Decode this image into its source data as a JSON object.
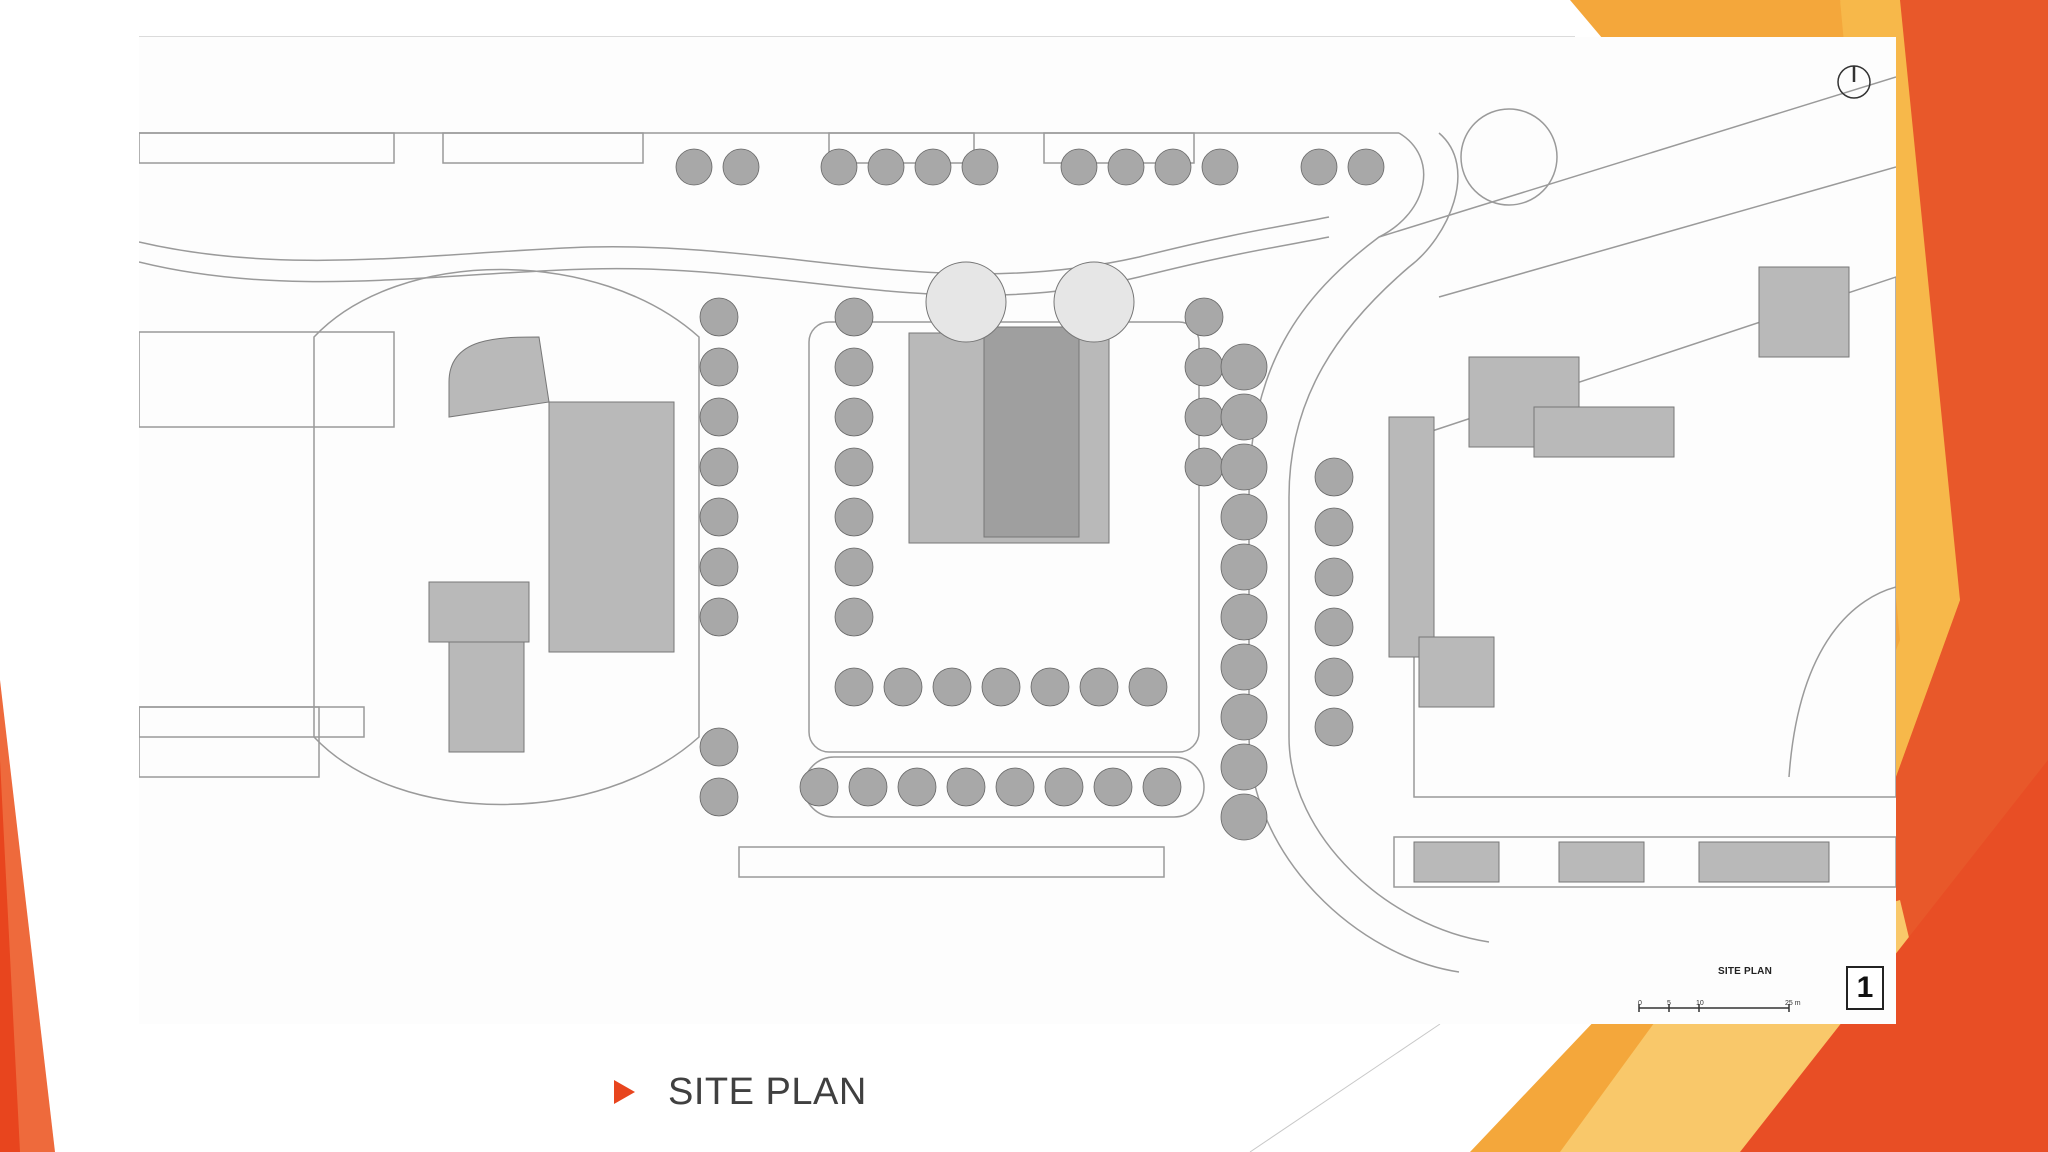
{
  "slide": {
    "caption": "SITE PLAN",
    "bullet_icon": "triangle-right-bullet-icon"
  },
  "plan": {
    "sheet_label": "SITE PLAN",
    "sheet_number": "1",
    "scale_ticks": [
      "0",
      "5",
      "10",
      "25 m"
    ],
    "north_arrow_icon": "north-arrow-icon"
  },
  "colors": {
    "accent_orange": "#e8451e",
    "accent_amber": "#f5a623",
    "accent_light": "#f9c86a",
    "roof_gray": "#b9b9b9",
    "line_gray": "#9a9a9a"
  }
}
